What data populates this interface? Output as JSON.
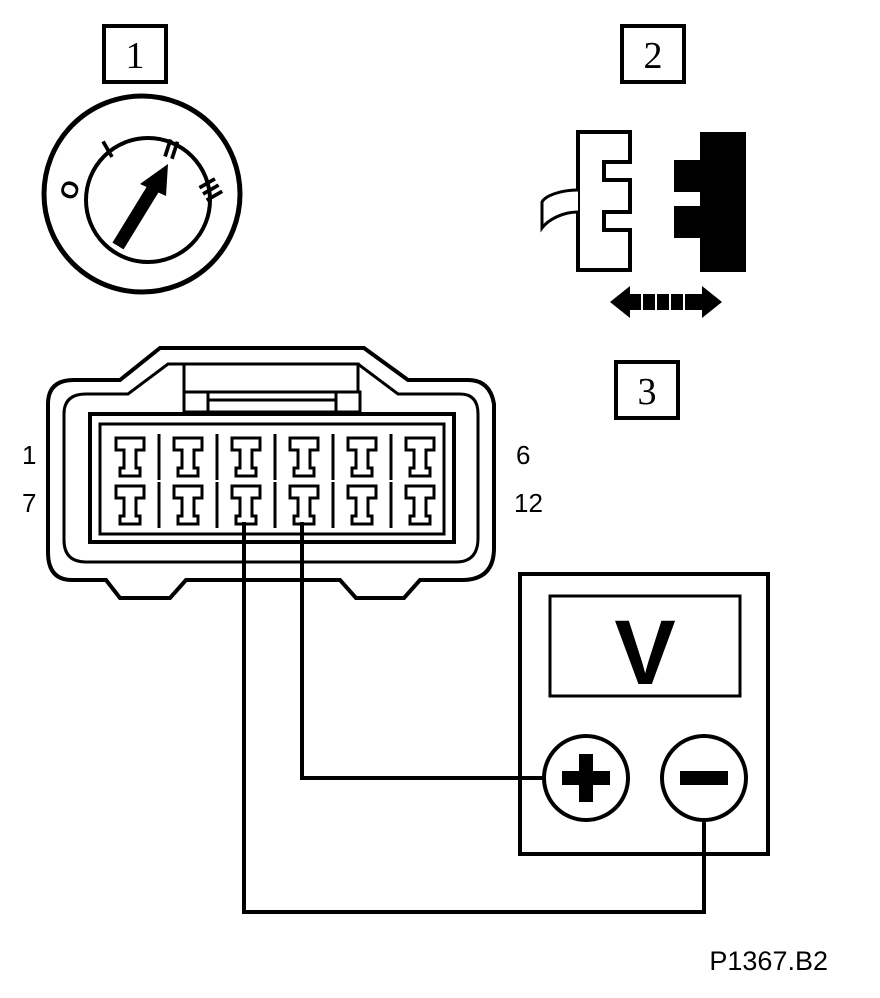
{
  "callouts": {
    "one": "1",
    "two": "2",
    "three": "3"
  },
  "ignition": {
    "positions": [
      "O",
      "I",
      "II",
      "III"
    ]
  },
  "connector": {
    "pin_top_left": "1",
    "pin_top_right": "6",
    "pin_bottom_left": "7",
    "pin_bottom_right": "12"
  },
  "voltmeter": {
    "display": "V",
    "positive_symbol": "+",
    "negative_symbol": "−"
  },
  "reference": "P1367.B2",
  "colors": {
    "ink": "#000000",
    "paper": "#ffffff"
  }
}
